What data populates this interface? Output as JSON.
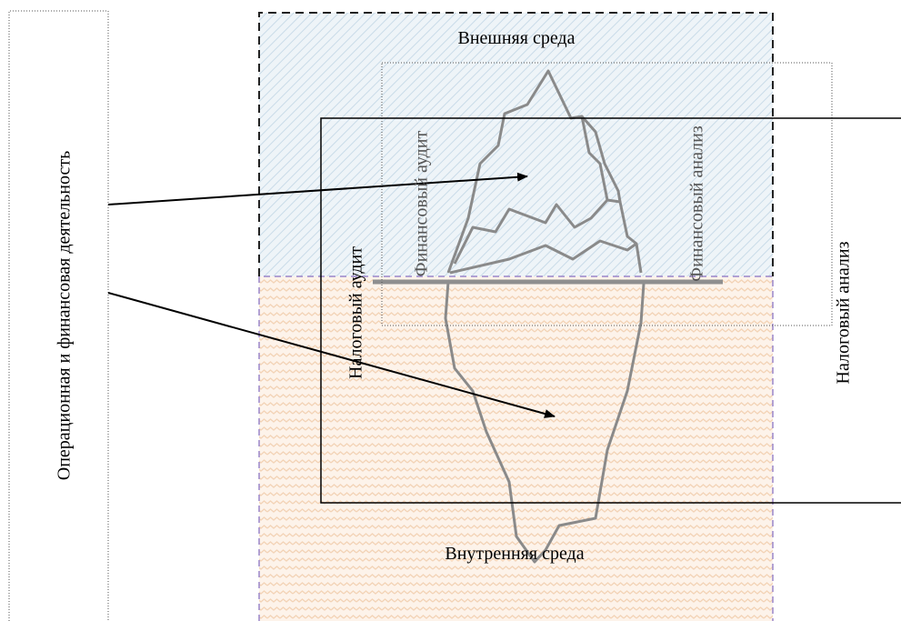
{
  "labels": {
    "left_box": "Операционная и финансовая деятельность",
    "external": "Внешняя среда",
    "internal": "Внутренняя среда",
    "financial_audit": "Финансовый аудит",
    "financial_analysis": "Финансовый анализ",
    "tax_audit": "Налоговый аудит",
    "tax_analysis": "Налоговый анализ"
  },
  "colors": {
    "external_hatch": "#c9dbe8",
    "internal_wave": "#f5d9bf",
    "internal_border": "#9a85c9",
    "iceberg": "#8a8a8a",
    "line": "#000000"
  }
}
